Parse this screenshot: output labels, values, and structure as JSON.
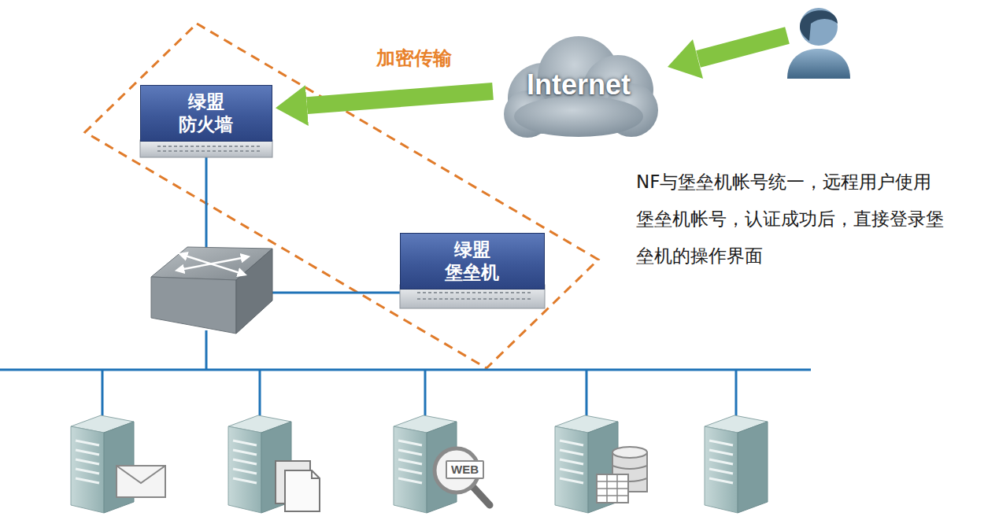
{
  "diagram": {
    "nodes": [
      {
        "text": [
          "Internet"
        ]
      },
      {
        "text": [
          "绿盟 防火墙"
        ]
      },
      {
        "text": [
          "绿盟 堡垒机"
        ]
      }
    ],
    "edges": [
      {
        "from": 0,
        "to": 1,
        "arrow": "to"
      }
    ],
    "labels": [
      "加密传输",
      "NF与堡垒机帐号统一，远程用户使用 堡垒机帐号，认证成功后，直接登录堡 垒机的操作界面",
      "WEB"
    ]
  }
}
